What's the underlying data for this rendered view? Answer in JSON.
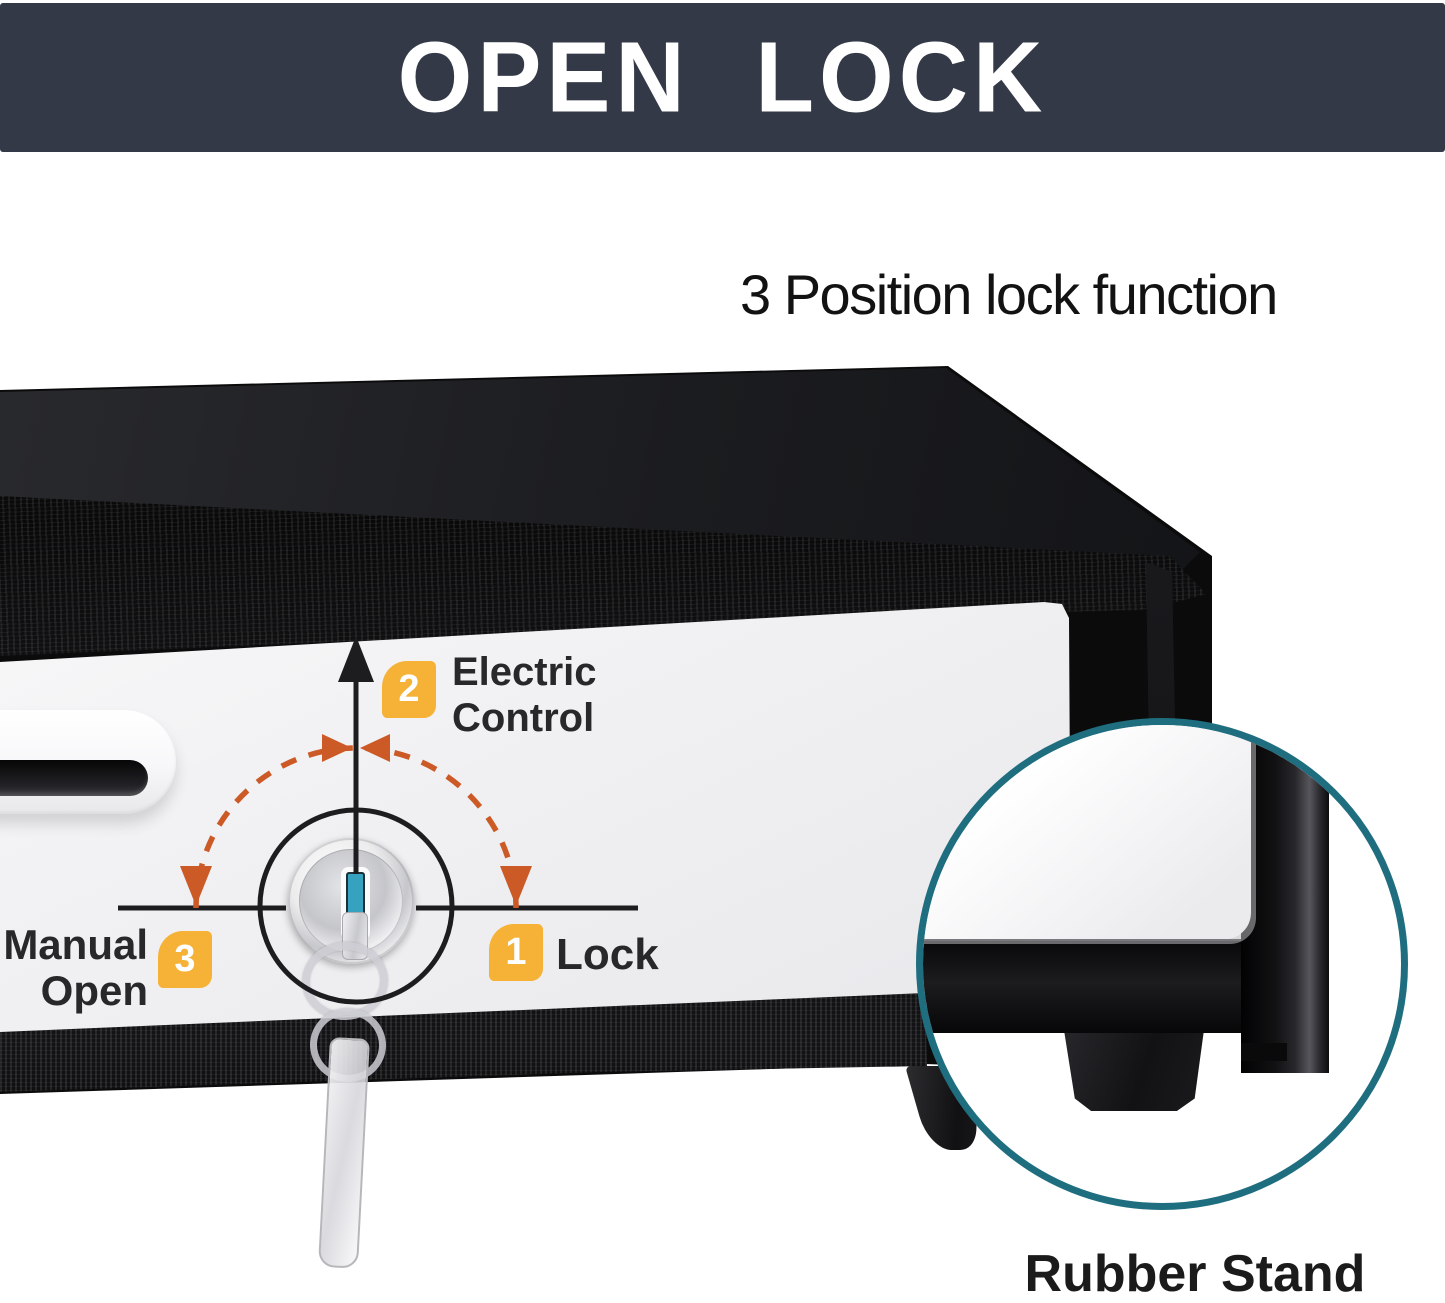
{
  "banner": {
    "title": "OPEN LOCK"
  },
  "subtitle": "3 Position lock function",
  "diagram": {
    "positions": [
      {
        "number": "1",
        "lines": [
          "Lock"
        ]
      },
      {
        "number": "2",
        "lines": [
          "Electric",
          "Control"
        ]
      },
      {
        "number": "3",
        "lines": [
          "Manual",
          "Open"
        ]
      }
    ]
  },
  "inset": {
    "caption": "Rubber Stand"
  },
  "colors": {
    "banner-bg": "#343947",
    "badge-yellow": "#f5b237",
    "arrow-orange": "#cc5a26",
    "diagram-ink": "#1d1d1f",
    "inset-teal": "#1f6e7f",
    "keyhole-teal": "#36a2c0"
  }
}
